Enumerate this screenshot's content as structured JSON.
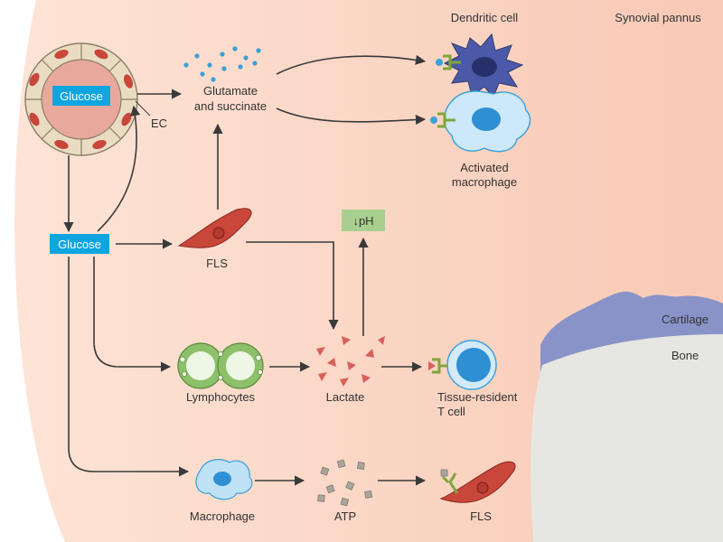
{
  "labels": {
    "region": "Synovial pannus",
    "glucose_vessel": "Glucose",
    "glucose_main": "Glucose",
    "ec": "EC",
    "glutamate_line1": "Glutamate",
    "glutamate_line2": "and succinate",
    "dendritic": "Dendritic cell",
    "activated_line1": "Activated",
    "activated_line2": "macrophage",
    "ph": "↓pH",
    "fls_top": "FLS",
    "lymphocytes": "Lymphocytes",
    "lactate": "Lactate",
    "trm_line1": "Tissue-resident",
    "trm_line2": "T cell",
    "cartilage": "Cartilage",
    "bone": "Bone",
    "macrophage": "Macrophage",
    "atp": "ATP",
    "fls_bottom": "FLS"
  },
  "colors": {
    "background_tissue": "#fbdccc",
    "glucose_box": "#0ea5e0",
    "ph_box": "#a9cf8f",
    "cartilage": "#8a93c8",
    "bone": "#e5e5e2",
    "fls": "#c9463a",
    "lymphocyte": "#8dc06a",
    "macrophage": "#54a9e0",
    "dendritic": "#4a5aa8",
    "lactate": "#d8605a",
    "atp": "#a9a59c",
    "receptor": "#7fa63a"
  }
}
